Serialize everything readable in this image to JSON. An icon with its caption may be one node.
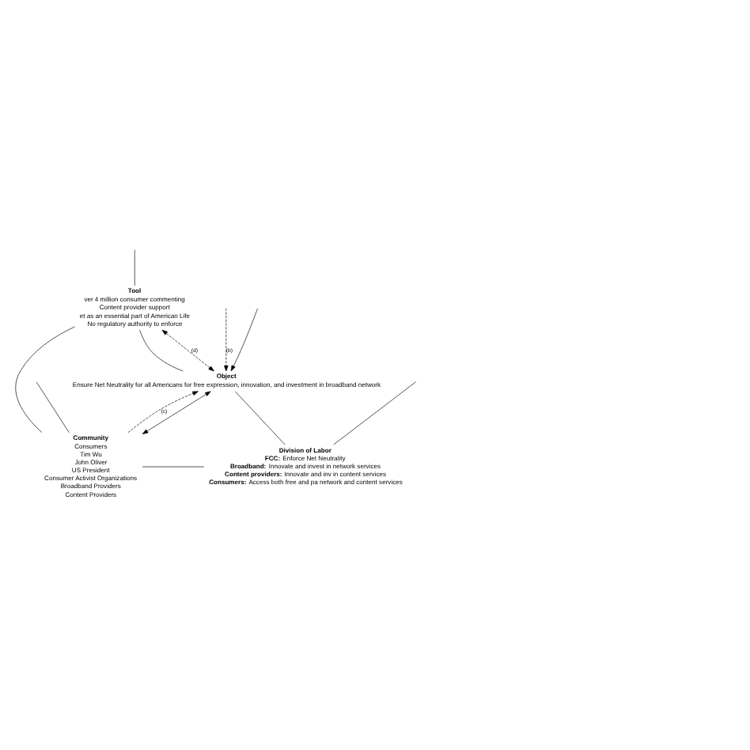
{
  "diagram": {
    "nodes": [
      {
        "text": [
          "Tool",
          "ver 4 million consumer commenting",
          "Content provider support",
          "et as an essential part of American Life",
          "No regulatory authority to enforce"
        ]
      },
      {
        "text": [
          "Object",
          "Ensure Net Neutrality for all Americans for free expression, innovation, and investment in broadband network"
        ]
      },
      {
        "text": [
          "Community",
          "Consumers",
          "Tim Wu",
          "John Oliver",
          "US President",
          "Consumer Activist Organizations",
          "Broadband Providers",
          "Content Providers"
        ]
      },
      {
        "text": [
          "Division of Labor",
          "**FCC:** Enforce Net Neutrality",
          "**Broadband:** Innovate and invest in network services",
          "**Content providers:** Innovate and inv in content services",
          "**Consumers:** Access both free and pa network and content services"
        ]
      }
    ],
    "edges": [
      {
        "from": 0,
        "to": 1,
        "arrow": "none"
      },
      {
        "from": 1,
        "to": 3,
        "arrow": "none"
      },
      {
        "from": 2,
        "to": 3,
        "arrow": "none"
      },
      {
        "from": 0,
        "to": 2,
        "arrow": "none"
      },
      {
        "from": 2,
        "to": 1,
        "arrow": "both"
      },
      {
        "from": 2,
        "to": 1,
        "arrow": "to",
        "style": "dashed",
        "label": "(c)"
      },
      {
        "from": 0,
        "to": 1,
        "arrow": "both",
        "style": "dashed",
        "label": "(d)"
      },
      {
        "from": null,
        "to": 1,
        "arrow": "to"
      },
      {
        "from": null,
        "to": 1,
        "arrow": "to",
        "style": "dashed",
        "label": "(b)"
      },
      {
        "from": null,
        "to": 2,
        "arrow": "none"
      },
      {
        "from": null,
        "to": 3,
        "arrow": "none"
      },
      {
        "from": null,
        "to": 0,
        "arrow": "none"
      }
    ]
  }
}
